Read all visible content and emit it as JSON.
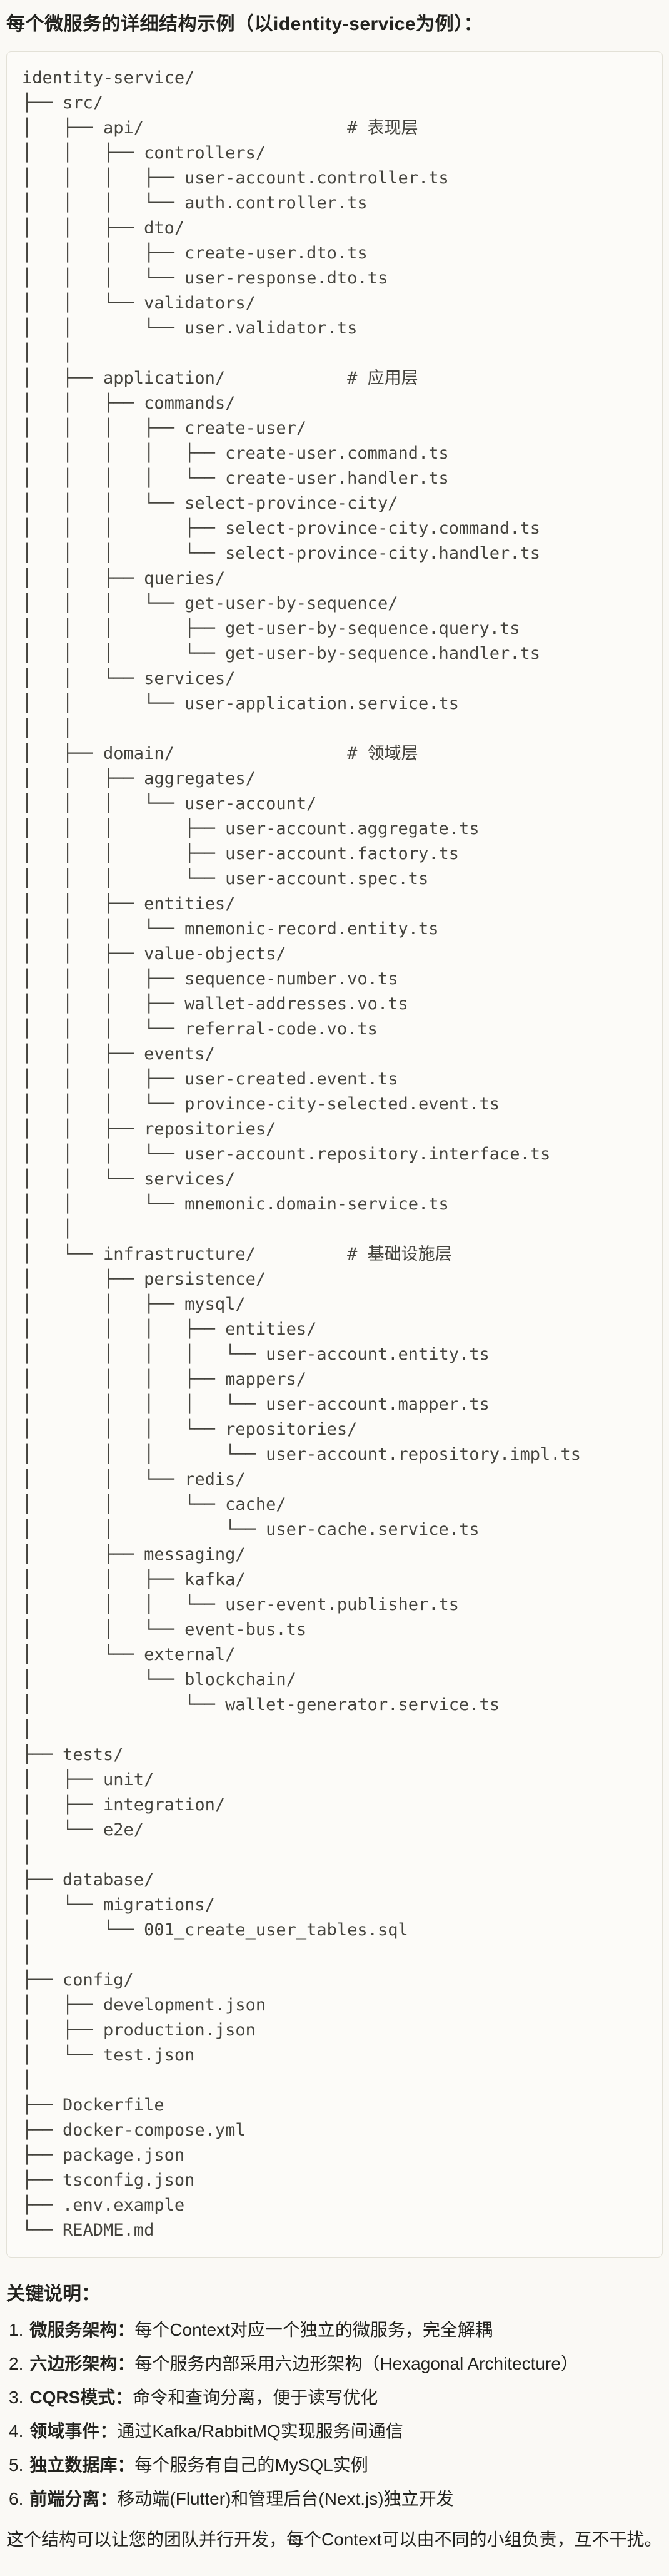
{
  "page": {
    "title": "每个微服务的详细结构示例（以identity-service为例）："
  },
  "colors": {
    "page_bg": "#FAF9F5",
    "code_bg": "#FCFBF8",
    "code_border": "#E3E1D7",
    "body_text": "#23231F",
    "code_text": "#45443E"
  },
  "code_block": {
    "lines": [
      "identity-service/",
      "├── src/",
      "│   ├── api/                    # 表现层",
      "│   │   ├── controllers/",
      "│   │   │   ├── user-account.controller.ts",
      "│   │   │   └── auth.controller.ts",
      "│   │   ├── dto/",
      "│   │   │   ├── create-user.dto.ts",
      "│   │   │   └── user-response.dto.ts",
      "│   │   └── validators/",
      "│   │       └── user.validator.ts",
      "│   │",
      "│   ├── application/            # 应用层",
      "│   │   ├── commands/",
      "│   │   │   ├── create-user/",
      "│   │   │   │   ├── create-user.command.ts",
      "│   │   │   │   └── create-user.handler.ts",
      "│   │   │   └── select-province-city/",
      "│   │   │       ├── select-province-city.command.ts",
      "│   │   │       └── select-province-city.handler.ts",
      "│   │   ├── queries/",
      "│   │   │   └── get-user-by-sequence/",
      "│   │   │       ├── get-user-by-sequence.query.ts",
      "│   │   │       └── get-user-by-sequence.handler.ts",
      "│   │   └── services/",
      "│   │       └── user-application.service.ts",
      "│   │",
      "│   ├── domain/                 # 领域层",
      "│   │   ├── aggregates/",
      "│   │   │   └── user-account/",
      "│   │   │       ├── user-account.aggregate.ts",
      "│   │   │       ├── user-account.factory.ts",
      "│   │   │       └── user-account.spec.ts",
      "│   │   ├── entities/",
      "│   │   │   └── mnemonic-record.entity.ts",
      "│   │   ├── value-objects/",
      "│   │   │   ├── sequence-number.vo.ts",
      "│   │   │   ├── wallet-addresses.vo.ts",
      "│   │   │   └── referral-code.vo.ts",
      "│   │   ├── events/",
      "│   │   │   ├── user-created.event.ts",
      "│   │   │   └── province-city-selected.event.ts",
      "│   │   ├── repositories/",
      "│   │   │   └── user-account.repository.interface.ts",
      "│   │   └── services/",
      "│   │       └── mnemonic.domain-service.ts",
      "│   │",
      "│   └── infrastructure/         # 基础设施层",
      "│       ├── persistence/",
      "│       │   ├── mysql/",
      "│       │   │   ├── entities/",
      "│       │   │   │   └── user-account.entity.ts",
      "│       │   │   ├── mappers/",
      "│       │   │   │   └── user-account.mapper.ts",
      "│       │   │   └── repositories/",
      "│       │   │       └── user-account.repository.impl.ts",
      "│       │   └── redis/",
      "│       │       └── cache/",
      "│       │           └── user-cache.service.ts",
      "│       ├── messaging/",
      "│       │   ├── kafka/",
      "│       │   │   └── user-event.publisher.ts",
      "│       │   └── event-bus.ts",
      "│       └── external/",
      "│           └── blockchain/",
      "│               └── wallet-generator.service.ts",
      "│",
      "├── tests/",
      "│   ├── unit/",
      "│   ├── integration/",
      "│   └── e2e/",
      "│",
      "├── database/",
      "│   └── migrations/",
      "│       └── 001_create_user_tables.sql",
      "│",
      "├── config/",
      "│   ├── development.json",
      "│   ├── production.json",
      "│   └── test.json",
      "│",
      "├── Dockerfile",
      "├── docker-compose.yml",
      "├── package.json",
      "├── tsconfig.json",
      "├── .env.example",
      "└── README.md"
    ]
  },
  "notes": {
    "heading": "关键说明：",
    "separator": "：",
    "items": [
      {
        "num": "1.",
        "term": "微服务架构",
        "desc": "每个Context对应一个独立的微服务，完全解耦"
      },
      {
        "num": "2.",
        "term": "六边形架构",
        "desc": "每个服务内部采用六边形架构（Hexagonal Architecture）"
      },
      {
        "num": "3.",
        "term": "CQRS模式",
        "desc": "命令和查询分离，便于读写优化"
      },
      {
        "num": "4.",
        "term": "领域事件",
        "desc": "通过Kafka/RabbitMQ实现服务间通信"
      },
      {
        "num": "5.",
        "term": "独立数据库",
        "desc": "每个服务有自己的MySQL实例"
      },
      {
        "num": "6.",
        "term": "前端分离",
        "desc": "移动端(Flutter)和管理后台(Next.js)独立开发"
      }
    ],
    "footer": "这个结构可以让您的团队并行开发，每个Context可以由不同的小组负责，互不干扰。"
  }
}
